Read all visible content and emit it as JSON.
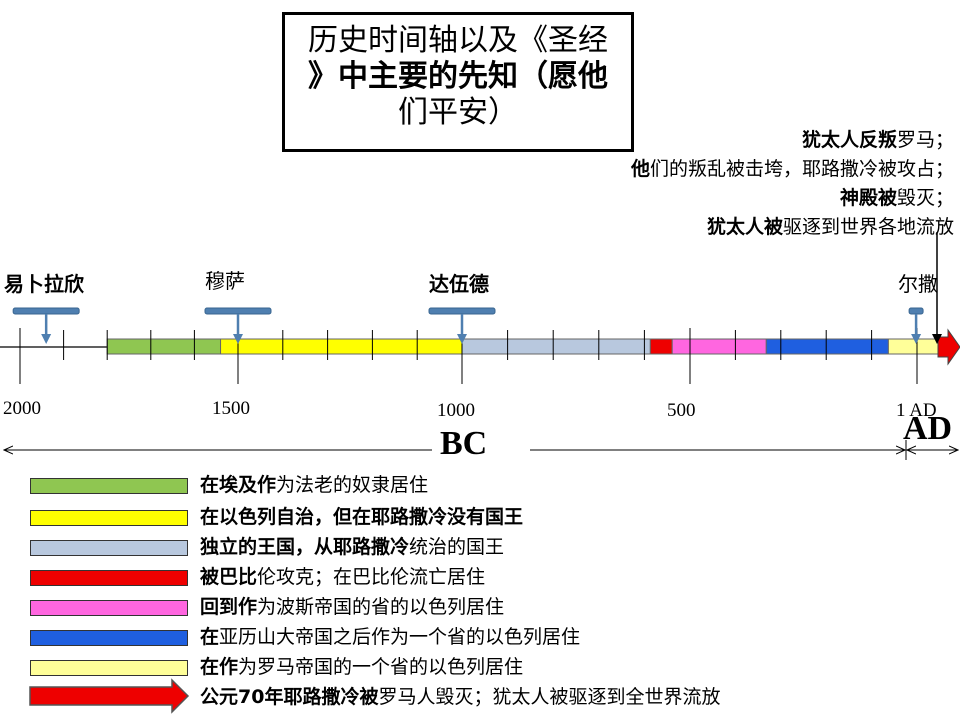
{
  "title": {
    "line1": "历史时间轴以及《圣经",
    "line2": "》中主要的先知（愿他",
    "line3": "们平安）"
  },
  "event_note": {
    "line1_bold": "犹太人反叛",
    "line1_rest": "罗马；",
    "line2_bold": "他",
    "line2_rest": "们的叛乱被击垮，耶路撒冷被攻占；",
    "line3_bold": "神殿被",
    "line3_rest": "毁灭；",
    "line4_bold": "犹太人被",
    "line4_rest": "驱逐到世界各地流放"
  },
  "prophets": [
    {
      "name": "易卜拉欣",
      "year": 1940
    },
    {
      "name": "穆萨",
      "year": 1500
    },
    {
      "name": "达伍德",
      "year": 1000
    },
    {
      "name": "尔撒",
      "year": 2
    }
  ],
  "axis": {
    "tick_labels": [
      "2000",
      "1500",
      "1000",
      "500",
      "1 AD"
    ],
    "bc_label": "BC",
    "ad_label": "AD"
  },
  "periods": [
    {
      "from": 1800,
      "to": 1540,
      "color": "#8fc651"
    },
    {
      "from": 1540,
      "to": 1000,
      "color": "#ffff00"
    },
    {
      "from": 1000,
      "to": 587,
      "color": "#b8c8de"
    },
    {
      "from": 587,
      "to": 539,
      "color": "#ee0000"
    },
    {
      "from": 539,
      "to": 332,
      "color": "#ff66e0"
    },
    {
      "from": 332,
      "to": 63,
      "color": "#1f5fe0"
    },
    {
      "from": 63,
      "to": -70,
      "color": "#ffff99"
    }
  ],
  "legend": [
    {
      "bold": "在埃及作",
      "rest": "为法老的奴隶居住",
      "color": "#8fc651"
    },
    {
      "bold": "在以色列自治，但在耶路撒冷没有国王",
      "rest": "",
      "color": "#ffff00"
    },
    {
      "bold": "独立的王国，从耶路撒冷",
      "rest": "统治的国王",
      "color": "#b8c8de"
    },
    {
      "bold": "被巴比",
      "rest": "伦攻克；在巴比伦流亡居住",
      "color": "#ee0000"
    },
    {
      "bold": "回到作",
      "rest": "为波斯帝国的省的以色列居住",
      "color": "#ff66e0"
    },
    {
      "bold": "在",
      "rest": "亚历山大帝国之后作为一个省的以色列居住",
      "color": "#1f5fe0"
    },
    {
      "bold": "在作",
      "rest": "为罗马帝国的一个省的以色列居住",
      "color": "#ffff99"
    },
    {
      "bold": "公元70年耶路撒冷被",
      "rest": "罗马人毁灭；犹太人被驱逐到全世界流放",
      "color": "#ee0000",
      "arrow": true
    }
  ]
}
